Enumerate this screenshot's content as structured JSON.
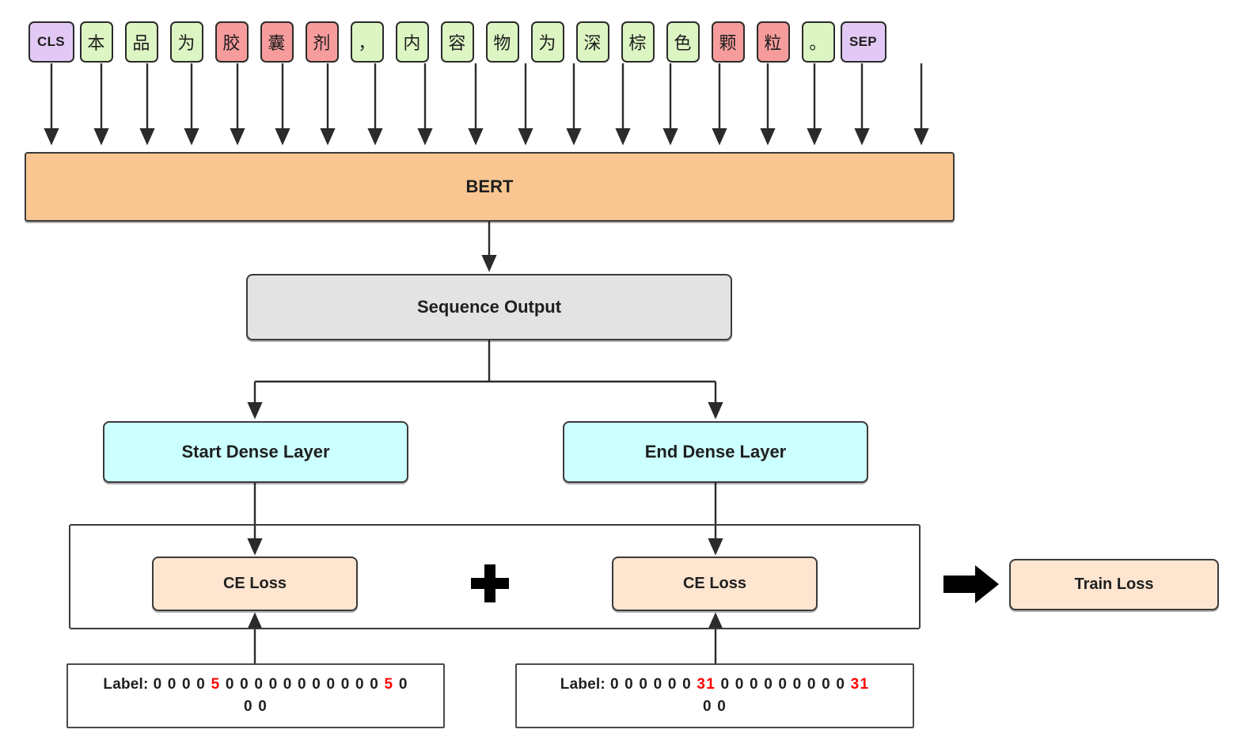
{
  "diagram": {
    "title": "BERT span extraction training diagram",
    "tokens": [
      {
        "text": "CLS",
        "type": "special",
        "color": "#e2c9f5"
      },
      {
        "text": "本",
        "type": "cjk",
        "color": "#dcf5c3"
      },
      {
        "text": "品",
        "type": "cjk",
        "color": "#dcf5c3"
      },
      {
        "text": "为",
        "type": "cjk",
        "color": "#dcf5c3"
      },
      {
        "text": "胶",
        "type": "cjk",
        "color": "#f79c9c"
      },
      {
        "text": "囊",
        "type": "cjk",
        "color": "#f79c9c"
      },
      {
        "text": "剂",
        "type": "cjk",
        "color": "#f79c9c"
      },
      {
        "text": "，",
        "type": "cjk",
        "color": "#dcf5c3"
      },
      {
        "text": "内",
        "type": "cjk",
        "color": "#dcf5c3"
      },
      {
        "text": "容",
        "type": "cjk",
        "color": "#dcf5c3"
      },
      {
        "text": "物",
        "type": "cjk",
        "color": "#dcf5c3"
      },
      {
        "text": "为",
        "type": "cjk",
        "color": "#dcf5c3"
      },
      {
        "text": "深",
        "type": "cjk",
        "color": "#dcf5c3"
      },
      {
        "text": "棕",
        "type": "cjk",
        "color": "#dcf5c3"
      },
      {
        "text": "色",
        "type": "cjk",
        "color": "#dcf5c3"
      },
      {
        "text": "颗",
        "type": "cjk",
        "color": "#f79c9c"
      },
      {
        "text": "粒",
        "type": "cjk",
        "color": "#f79c9c"
      },
      {
        "text": "。",
        "type": "cjk",
        "color": "#dcf5c3"
      },
      {
        "text": "SEP",
        "type": "special",
        "color": "#e2c9f5"
      }
    ],
    "nodes": {
      "bert": {
        "label": "BERT",
        "color": "#f9c691"
      },
      "sequence_output": {
        "label": "Sequence Output",
        "color": "#e3e3e3"
      },
      "start_dense": {
        "label": "Start Dense Layer",
        "color": "#ccffff"
      },
      "end_dense": {
        "label": "End Dense Layer",
        "color": "#ccffff"
      },
      "ce_loss_start": {
        "label": "CE Loss",
        "color": "#fde5d0"
      },
      "ce_loss_end": {
        "label": "CE Loss",
        "color": "#fde5d0"
      },
      "train_loss": {
        "label": "Train Loss",
        "color": "#fde5d0"
      },
      "plus": {
        "label": "+"
      }
    },
    "labels": {
      "start": {
        "prefix": "Label:",
        "line1_pre": "0 0 0 0",
        "line1_hi1": "5",
        "line1_mid": "0 0 0 0 0 0 0 0 0 0 0",
        "line1_hi2": "5",
        "line1_post": "0",
        "line2": "0 0",
        "highlight_color": "#ff0000",
        "highlight_value": "5"
      },
      "end": {
        "prefix": "Label:",
        "line1_pre": "0 0 0 0 0 0",
        "line1_hi1": "31",
        "line1_mid": "0 0 0 0 0 0 0 0 0",
        "line1_hi2": "31",
        "line1_post": "",
        "line2": "0 0",
        "highlight_color": "#ff0000",
        "highlight_value": "31"
      }
    },
    "colors": {
      "token_special": "#e2c9f5",
      "token_normal": "#dcf5c3",
      "token_entity": "#f79c9c",
      "bert": "#f9c691",
      "sequence_output": "#e3e3e3",
      "dense": "#ccffff",
      "loss": "#fde5d0",
      "stroke": "#3b3b3b",
      "highlight": "#ff0000"
    }
  }
}
